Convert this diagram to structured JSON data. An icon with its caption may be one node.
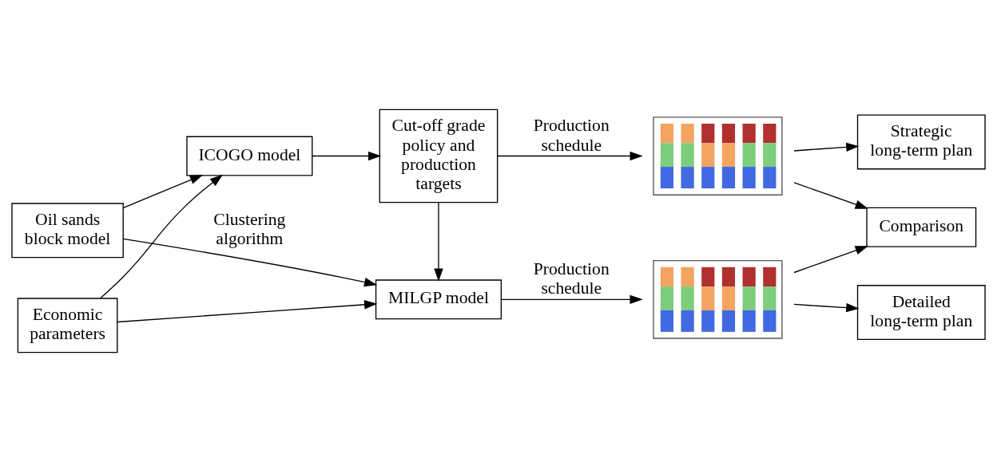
{
  "diagram": {
    "nodes": [
      {
        "text": [
          "ICOGO model"
        ]
      },
      {
        "text": [
          "Cut-off grade policy and production targets"
        ]
      },
      {
        "text": [],
        "shape": "picture"
      },
      {
        "text": [
          "Strategic long-term plan"
        ]
      },
      {
        "text": [
          "Oil sands block model"
        ]
      },
      {
        "text": [
          "Economic parameters"
        ]
      },
      {
        "text": [
          "Comparison"
        ]
      },
      {
        "text": [
          "MILGP model"
        ]
      },
      {
        "text": [],
        "shape": "picture"
      },
      {
        "text": [
          "Detailed long-term plan"
        ]
      }
    ],
    "edges": [
      {
        "from": 4,
        "to": 0,
        "arrow": "to"
      },
      {
        "from": 5,
        "to": 0,
        "arrow": "to"
      },
      {
        "from": 0,
        "to": 1,
        "arrow": "to"
      },
      {
        "from": 1,
        "to": 2,
        "arrow": "to",
        "label": "Production schedule"
      },
      {
        "from": 2,
        "to": 3,
        "arrow": "to"
      },
      {
        "from": 2,
        "to": 6,
        "arrow": "to"
      },
      {
        "from": 8,
        "to": 6,
        "arrow": "to"
      },
      {
        "from": 1,
        "to": 7,
        "arrow": "to"
      },
      {
        "from": 5,
        "to": 7,
        "arrow": "to"
      },
      {
        "from": 4,
        "to": 7,
        "arrow": "to",
        "label": "Clustering algorithm"
      },
      {
        "from": 7,
        "to": 8,
        "arrow": "to",
        "label": "Production schedule"
      },
      {
        "from": 8,
        "to": 9,
        "arrow": "to"
      }
    ]
  }
}
